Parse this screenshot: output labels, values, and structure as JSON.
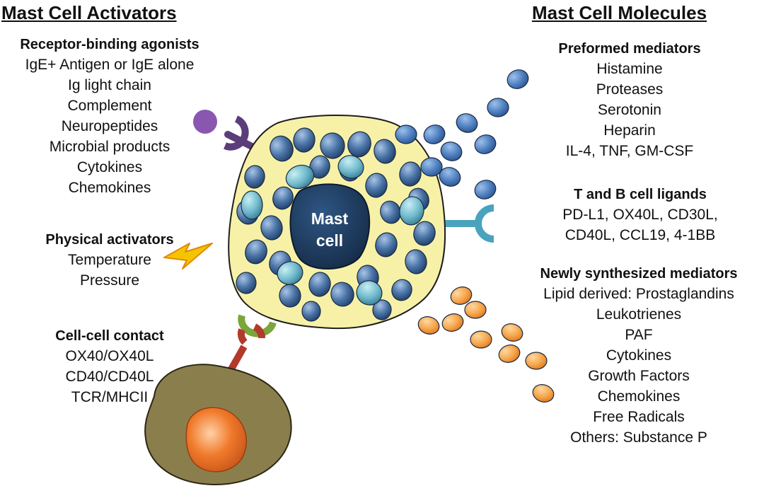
{
  "left": {
    "title": "Mast Cell Activators",
    "receptor": {
      "heading": "Receptor-binding agonists",
      "items": [
        "IgE+ Antigen or IgE alone",
        "Ig light chain",
        "Complement",
        "Neuropeptides",
        "Microbial products",
        "Cytokines",
        "Chemokines"
      ]
    },
    "physical": {
      "heading": "Physical activators",
      "items": [
        "Temperature",
        "Pressure"
      ]
    },
    "contact": {
      "heading": "Cell-cell contact",
      "items": [
        "OX40/OX40L",
        "CD40/CD40L",
        "TCR/MHCII"
      ]
    }
  },
  "right": {
    "title": "Mast Cell Molecules",
    "preformed": {
      "heading": "Preformed mediators",
      "items": [
        "Histamine",
        "Proteases",
        "Serotonin",
        "Heparin",
        "IL-4, TNF, GM-CSF"
      ]
    },
    "ligands": {
      "heading": "T and B cell ligands",
      "items": [
        "PD-L1, OX40L, CD30L,",
        "CD40L, CCL19, 4-1BB"
      ]
    },
    "synth": {
      "heading": "Newly synthesized mediators",
      "items": [
        "Lipid derived: Prostaglandins",
        "Leukotrienes",
        "PAF",
        "Cytokines",
        "Growth Factors",
        "Chemokines",
        "Free Radicals",
        "Others: Substance P"
      ]
    }
  },
  "cell": {
    "nucleus_lines": [
      "Mast",
      "cell"
    ]
  },
  "colors": {
    "cell_body": "#f7f1a8",
    "nucleus": "#1e3a5c",
    "granule": "#4a74a6",
    "granule_light": "#6fb9cc",
    "released_blue": "#4f7fc0",
    "released_orange": "#f6a64c",
    "receptor_purple": "#5b3d7a",
    "ligand_purple": "#8a57b0",
    "receptor_teal": "#4aa3bd",
    "receptor_green": "#7aa63a",
    "receptor_red": "#b23a2c",
    "tcell_body": "#8a7f4c",
    "tcell_nucleus": "#f07a2a",
    "bolt": "#f5c400"
  },
  "icons": [
    "lightning-bolt-icon",
    "receptor-icon"
  ]
}
